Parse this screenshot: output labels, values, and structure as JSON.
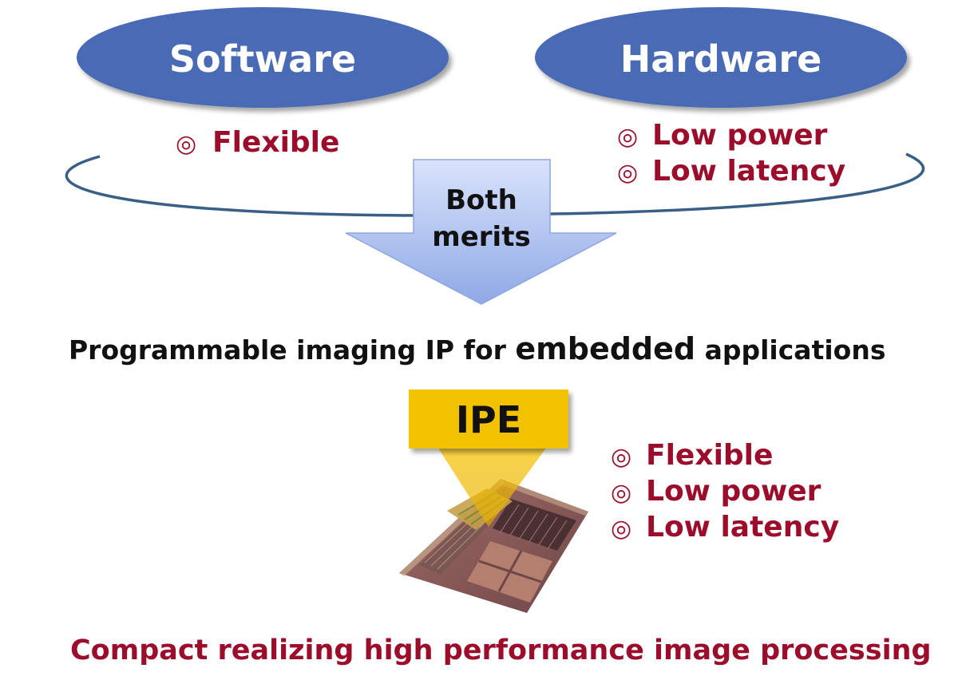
{
  "software": {
    "label": "Software",
    "merits": [
      {
        "mark": "◎",
        "text": "Flexible"
      }
    ]
  },
  "hardware": {
    "label": "Hardware",
    "merits": [
      {
        "mark": "◎",
        "text": "Low power"
      },
      {
        "mark": "◎",
        "text": "Low latency"
      }
    ]
  },
  "arrow": {
    "line1": "Both",
    "line2": "merits"
  },
  "tagline": {
    "part1": "Programmable imaging IP for ",
    "emphasis": "embedded",
    "part2": " applications"
  },
  "ipe": {
    "label": "IPE",
    "merits": [
      {
        "mark": "◎",
        "text": "Flexible"
      },
      {
        "mark": "◎",
        "text": "Low power"
      },
      {
        "mark": "◎",
        "text": "Low latency"
      }
    ]
  },
  "footer": "Compact realizing high performance image processing",
  "colors": {
    "ellipse_fill": "#4a6ab5",
    "merit_text": "#9b0d2a",
    "ring_stroke": "#3a5f85",
    "ipe_label_bg": "#f2c200",
    "chip_die": "#8a5a5e"
  },
  "icons": {
    "chip": "chip-die-photo-icon"
  }
}
